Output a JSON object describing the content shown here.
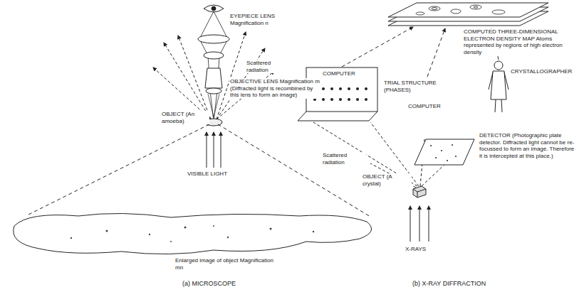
{
  "diagram": {
    "labels": [
      "EYEPIECE LENS Magnification n",
      "Scattered radiation",
      "OBJECTIVE LENS Magnification m (Diffracted light is recombined by this lens to form an image)",
      "OBJECT (An amoeba)",
      "VISIBLE LIGHT",
      "Enlarged image of object Magnification mn",
      "(a) MICROSCOPE",
      "COMPUTED THREE-DIMENSIONAL ELECTRON DENSITY MAP Atoms represented by regions of high electron density",
      "COMPUTER",
      "TRIAL STRUCTURE (PHASES)",
      "COMPUTER",
      "CRYSTALLOGRAPHER",
      "Scattered radiation",
      "DETECTOR (Photographic plate detector. Diffracted light cannot be re-focussed to form an image. Therefore it is intercepted at this place.)",
      "OBJECT (A crystal)",
      "X-RAYS",
      "(b) X-RAY DIFFRACTION"
    ]
  }
}
